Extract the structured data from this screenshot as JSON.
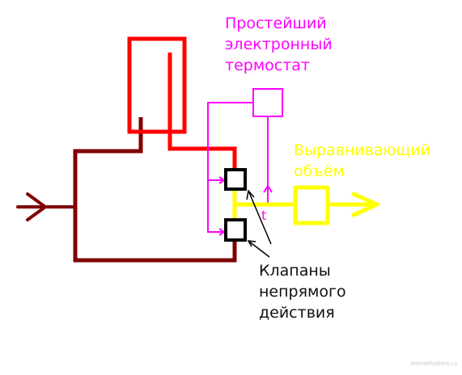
{
  "labels": {
    "thermostat": [
      "Простейший",
      "электронный",
      "термостат"
    ],
    "buffer_volume": [
      "Выравнивающий",
      "объём"
    ],
    "valves": [
      "Клапаны",
      "непрямого",
      "действия"
    ],
    "temperature_mark": "t"
  },
  "watermark": "HomeMasters.ru",
  "colors": {
    "inlet_pipe": "#800000",
    "hot_pipe": "#ff0000",
    "control_lines": "#ff00ff",
    "outlet_pipe": "#ffff00",
    "valves": "#000000"
  }
}
